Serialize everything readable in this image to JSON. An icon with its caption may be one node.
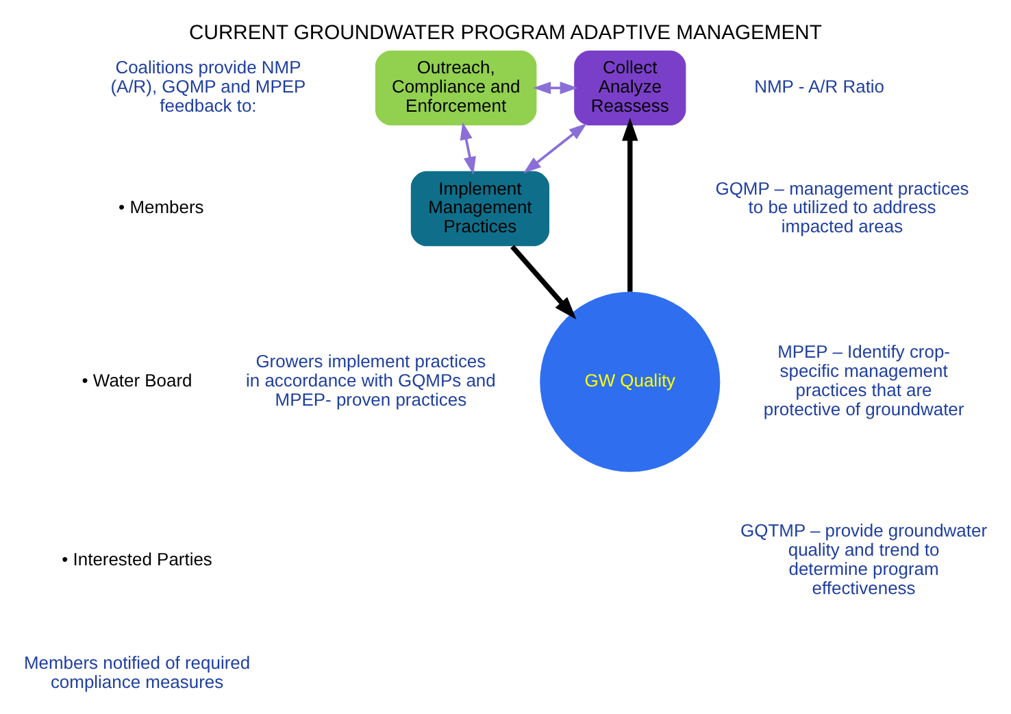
{
  "diagram": {
    "title": "CURRENT GROUNDWATER PROGRAM ADAPTIVE MANAGEMENT",
    "nodes": [
      {
        "text": [
          "Outreach, Compliance and Enforcement"
        ]
      },
      {
        "text": [
          "Collect Analyze Reassess"
        ]
      },
      {
        "text": [
          "Implement Management Practices"
        ]
      },
      {
        "text": [
          "GW Quality"
        ]
      }
    ],
    "edges": [
      {
        "from": 0,
        "to": 1,
        "arrow": "both"
      },
      {
        "from": 1,
        "to": 2,
        "arrow": "both"
      },
      {
        "from": 2,
        "to": 0,
        "arrow": "both"
      },
      {
        "from": 2,
        "to": 3,
        "arrow": "to",
        "style": "thick",
        "color": "#000000"
      },
      {
        "from": 3,
        "to": 1,
        "arrow": "to",
        "style": "thick",
        "color": "#000000"
      }
    ],
    "labels": [
      "Coalitions provide NMP (A/R), GQMP and MPEP feedback to:",
      "• Members",
      "• Water Board",
      "• Interested Parties",
      "Members notified of required compliance measures",
      "NMP - A/R Ratio",
      "GQMP – management practices to be utilized to address impacted areas",
      "MPEP – Identify crop-specific management practices that are protective of groundwater",
      "GQTMP – provide groundwater quality and trend to determine program effectiveness",
      "Growers implement practices in accordance with GQMPs and MPEP- proven practices"
    ]
  }
}
